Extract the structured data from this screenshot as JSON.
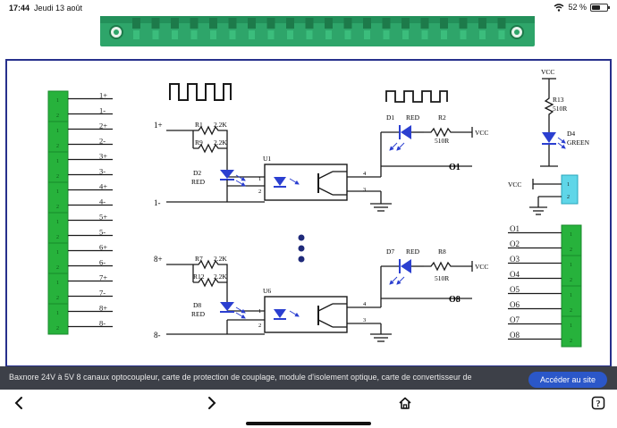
{
  "status_bar": {
    "time": "17:44",
    "date": "Jeudi 13 août",
    "battery": "52 %",
    "battery_level": 0.52
  },
  "schematic": {
    "terminal_left": [
      "1+",
      "1-",
      "2+",
      "2-",
      "3+",
      "3-",
      "4+",
      "4-",
      "5+",
      "5-",
      "6+",
      "6-",
      "7+",
      "7-",
      "8+",
      "8-"
    ],
    "terminal_block_numbers": [
      "1",
      "2",
      "1",
      "2",
      "1",
      "2",
      "1",
      "2",
      "1",
      "2",
      "1",
      "2",
      "1",
      "2",
      "1",
      "2"
    ],
    "channel1": {
      "in_pos": "1+",
      "in_neg": "1-",
      "r_series": "R1",
      "r_series_value": "2.2K",
      "r_parallel": "R9",
      "r_parallel_value": "2.2K",
      "led": "D2",
      "led_color": "RED",
      "opto": "U1",
      "pin1": "1",
      "pin2": "2",
      "pin3": "3",
      "pin4": "4",
      "out_led": "D1",
      "out_led_color": "RED",
      "out_res": "R2",
      "out_res_value": "510R",
      "vcc": "VCC",
      "output": "O1"
    },
    "channel8": {
      "in_pos": "8+",
      "in_neg": "8-",
      "r_series": "R7",
      "r_series_value": "2.2K",
      "r_parallel": "R12",
      "r_parallel_value": "2.2K",
      "led": "D8",
      "led_color": "RED",
      "opto": "U6",
      "pin1": "1",
      "pin2": "2",
      "pin3": "3",
      "pin4": "4",
      "out_led": "D7",
      "out_led_color": "RED",
      "out_res": "R8",
      "out_res_value": "510R",
      "vcc": "VCC",
      "output": "O8"
    },
    "power_indicator": {
      "vcc": "VCC",
      "resistor": "R13",
      "resistor_value": "510R",
      "led": "D4",
      "led_color": "GREEN"
    },
    "vcc_connector": {
      "label": "VCC",
      "pins": [
        "1",
        "2"
      ]
    },
    "output_labels": [
      "O1",
      "O2",
      "O3",
      "O4",
      "O5",
      "O6",
      "O7",
      "O8"
    ],
    "output_block_numbers": [
      "1",
      "2",
      "1",
      "2",
      "1",
      "2",
      "1",
      "2"
    ]
  },
  "caption": {
    "text": "Baxnore 24V à 5V 8 canaux optocoupleur, carte de protection de couplage, module d'isolement optique, carte de convertisseur de",
    "visit_button": "Accéder au site"
  },
  "nav": {
    "back": "back-chevron",
    "forward": "forward-chevron",
    "home": "home-icon",
    "help": "help-icon"
  },
  "colors": {
    "terminal_green": "#27b23c",
    "pcb_green": "#2ea56a",
    "connector_cyan": "#5fd6e8",
    "wire": "#1a1a1a",
    "led_blue": "#2b3fd0",
    "frame_blue": "#27308c",
    "caption_bg": "#3d4048",
    "visit_button_bg": "#2b57c9"
  }
}
